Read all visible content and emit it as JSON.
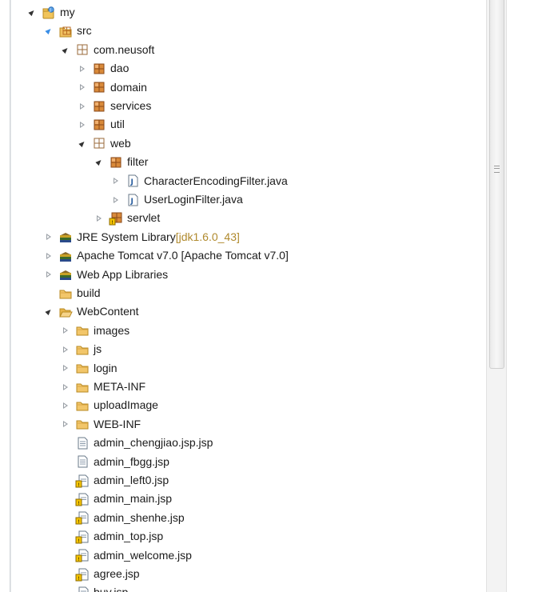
{
  "tree": {
    "rows": [
      {
        "label": "my",
        "icon": "project-icon",
        "twisty": "expanded",
        "level": 0
      },
      {
        "label": "src",
        "icon": "source-folder-icon",
        "twisty": "expanded-blue",
        "level": 1
      },
      {
        "label": "com.neusoft",
        "icon": "package-empty-icon",
        "twisty": "expanded",
        "level": 2
      },
      {
        "label": "dao",
        "icon": "package-icon",
        "twisty": "collapsed",
        "level": 3
      },
      {
        "label": "domain",
        "icon": "package-icon",
        "twisty": "collapsed",
        "level": 3
      },
      {
        "label": "services",
        "icon": "package-icon",
        "twisty": "collapsed",
        "level": 3
      },
      {
        "label": "util",
        "icon": "package-icon",
        "twisty": "collapsed",
        "level": 3
      },
      {
        "label": "web",
        "icon": "package-empty-icon",
        "twisty": "expanded",
        "level": 3
      },
      {
        "label": "filter",
        "icon": "package-icon",
        "twisty": "expanded",
        "level": 4
      },
      {
        "label": "CharacterEncodingFilter.java",
        "icon": "java-file-icon",
        "twisty": "collapsed",
        "level": 5
      },
      {
        "label": "UserLoginFilter.java",
        "icon": "java-file-icon",
        "twisty": "collapsed",
        "level": 5
      },
      {
        "label": "servlet",
        "icon": "package-warning-icon",
        "twisty": "collapsed",
        "level": 4
      },
      {
        "label": "JRE System Library",
        "decoration": "[jdk1.6.0_43]",
        "icon": "library-icon",
        "twisty": "collapsed",
        "level": 1
      },
      {
        "label": "Apache Tomcat v7.0 [Apache Tomcat v7.0]",
        "icon": "library-icon",
        "twisty": "collapsed",
        "level": 1
      },
      {
        "label": "Web App Libraries",
        "icon": "library-icon",
        "twisty": "collapsed",
        "level": 1
      },
      {
        "label": "build",
        "icon": "folder-icon",
        "twisty": "none",
        "level": 1
      },
      {
        "label": "WebContent",
        "icon": "folder-open-icon",
        "twisty": "expanded",
        "level": 1
      },
      {
        "label": "images",
        "icon": "folder-icon",
        "twisty": "collapsed",
        "level": 2
      },
      {
        "label": "js",
        "icon": "folder-icon",
        "twisty": "collapsed",
        "level": 2
      },
      {
        "label": "login",
        "icon": "folder-icon",
        "twisty": "collapsed",
        "level": 2
      },
      {
        "label": "META-INF",
        "icon": "folder-icon",
        "twisty": "collapsed",
        "level": 2
      },
      {
        "label": "uploadImage",
        "icon": "folder-icon",
        "twisty": "collapsed",
        "level": 2
      },
      {
        "label": "WEB-INF",
        "icon": "folder-icon",
        "twisty": "collapsed",
        "level": 2
      },
      {
        "label": "admin_chengjiao.jsp.jsp",
        "icon": "text-file-icon",
        "twisty": "none",
        "level": 2
      },
      {
        "label": "admin_fbgg.jsp",
        "icon": "text-file-icon",
        "twisty": "none",
        "level": 2
      },
      {
        "label": "admin_left0.jsp",
        "icon": "jsp-warning-icon",
        "twisty": "none",
        "level": 2
      },
      {
        "label": "admin_main.jsp",
        "icon": "jsp-warning-icon",
        "twisty": "none",
        "level": 2
      },
      {
        "label": "admin_shenhe.jsp",
        "icon": "jsp-warning-icon",
        "twisty": "none",
        "level": 2
      },
      {
        "label": "admin_top.jsp",
        "icon": "jsp-warning-icon",
        "twisty": "none",
        "level": 2
      },
      {
        "label": "admin_welcome.jsp",
        "icon": "jsp-warning-icon",
        "twisty": "none",
        "level": 2
      },
      {
        "label": "agree.jsp",
        "icon": "jsp-warning-icon",
        "twisty": "none",
        "level": 2
      },
      {
        "label": "buy.jsp",
        "icon": "jsp-warning-icon",
        "twisty": "none",
        "level": 2
      }
    ]
  },
  "colors": {
    "folder": "#e8b54a",
    "package": "#c9742a",
    "warning": "#e0a800",
    "decoration": "#b08a2e",
    "selection_twisty": "#3a8ee6"
  }
}
